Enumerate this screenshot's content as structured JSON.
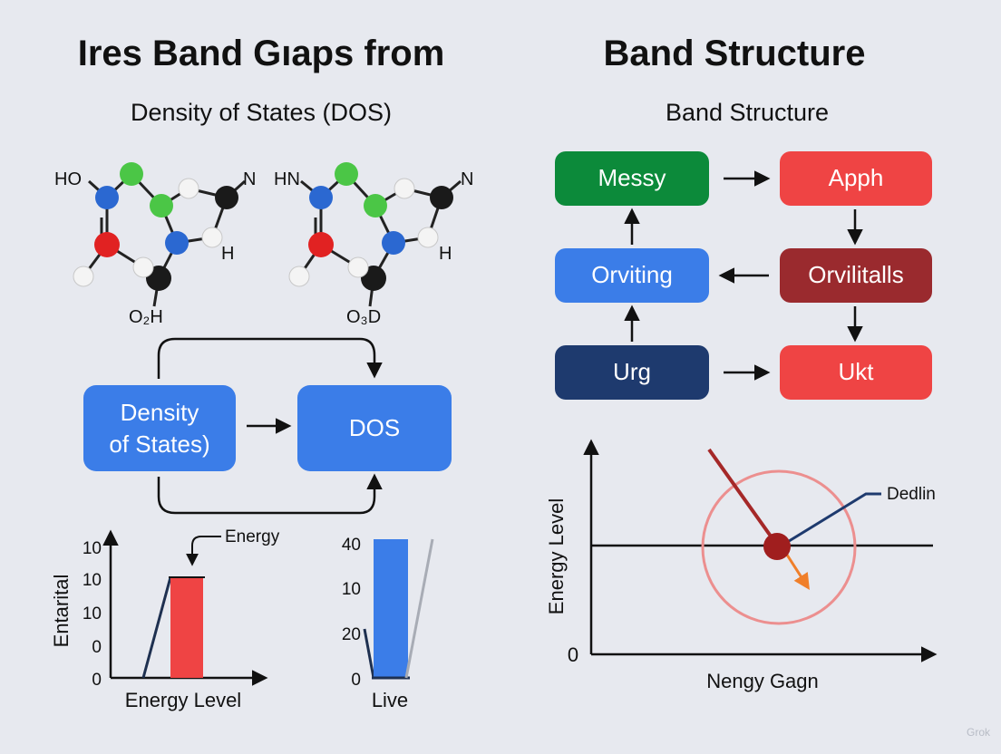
{
  "left": {
    "title": "Ires Band Gıaps from",
    "subtitle": "Density of States (DOS)",
    "molecule_labels": [
      "HO",
      "N",
      "H",
      "O₂H"
    ],
    "boxes": {
      "a": [
        "Density",
        "of States)"
      ],
      "b": "DOS"
    },
    "chart1": {
      "ylabel": "Entarital",
      "xlabel": "Energy Level",
      "annotation": "Energy",
      "yticks": [
        "10",
        "10",
        "10",
        "0",
        "0"
      ]
    },
    "chart2": {
      "xlabel": "Live",
      "yticks": [
        "40",
        "10",
        "20",
        "0"
      ]
    }
  },
  "right": {
    "title": "Band Structure",
    "subtitle": "Band Structure",
    "molecule_labels": [
      "HN",
      "N",
      "H",
      "O₃D"
    ],
    "nodes": {
      "messy": "Messy",
      "apph": "Apph",
      "orviting": "Orviting",
      "orvilitalls": "Orvilitalls",
      "urg": "Urg",
      "ukt": "Ukt"
    },
    "plot": {
      "ylabel": "Energy Level",
      "xlabel": "Nengy Gagn",
      "origin": "0",
      "callout": "Dedlin"
    }
  },
  "watermark": "Grok",
  "colors": {
    "green": "#0c8a3a",
    "red": "#ef4444",
    "blue": "#3b7de8",
    "darkred": "#9a2a2e",
    "navy": "#1e3a6e",
    "atom_green": "#4bc646",
    "atom_blue": "#2b68d1",
    "atom_red": "#e12222",
    "atom_black": "#1a1a1a",
    "atom_white": "#f4f4f4"
  },
  "chart_data": [
    {
      "type": "bar",
      "categories": [
        ""
      ],
      "values": [
        10
      ],
      "xlabel": "Energy Level",
      "ylabel": "Entarital",
      "yticks": [
        "10",
        "10",
        "10",
        "0",
        "0"
      ],
      "annotations": [
        "Energy"
      ]
    },
    {
      "type": "bar",
      "categories": [
        ""
      ],
      "values": [
        40
      ],
      "xlabel": "Live",
      "yticks": [
        "40",
        "10",
        "20",
        "0"
      ]
    }
  ]
}
